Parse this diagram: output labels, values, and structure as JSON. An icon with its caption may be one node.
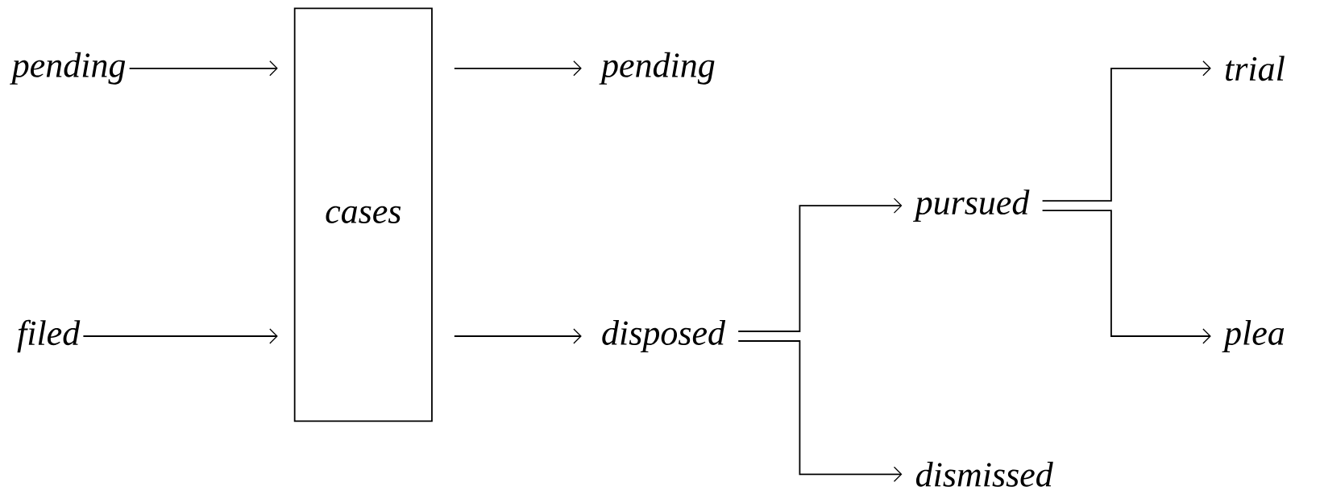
{
  "diagram": {
    "nodes": [
      {
        "text": [
          "pending"
        ]
      },
      {
        "text": [
          "filed"
        ]
      },
      {
        "text": [
          "cases"
        ]
      },
      {
        "text": [
          "pending"
        ]
      },
      {
        "text": [
          "disposed"
        ]
      },
      {
        "text": [
          "pursued"
        ]
      },
      {
        "text": [
          "dismissed"
        ]
      },
      {
        "text": [
          "trial"
        ]
      },
      {
        "text": [
          "plea"
        ]
      }
    ],
    "edges": [
      {
        "from": 0,
        "to": 2,
        "arrow": "to"
      },
      {
        "from": 1,
        "to": 2,
        "arrow": "to"
      },
      {
        "from": 2,
        "to": 3,
        "arrow": "to"
      },
      {
        "from": 2,
        "to": 4,
        "arrow": "to"
      },
      {
        "from": 4,
        "to": 5,
        "arrow": "to"
      },
      {
        "from": 4,
        "to": 6,
        "arrow": "to"
      },
      {
        "from": 5,
        "to": 7,
        "arrow": "to"
      },
      {
        "from": 5,
        "to": 8,
        "arrow": "to"
      }
    ]
  }
}
